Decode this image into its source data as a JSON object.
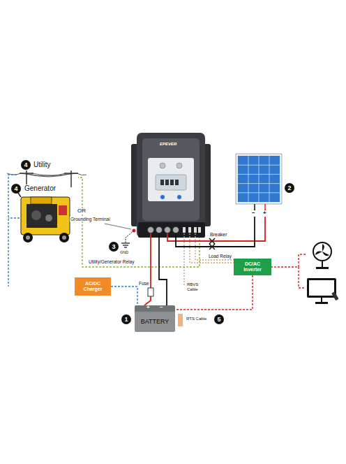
{
  "diagram": {
    "nodes": [
      {
        "text": [
          "AC/DC Charger"
        ]
      },
      {
        "text": [
          "DC/AC Inverter"
        ]
      },
      {
        "text": [
          "BATTERY"
        ]
      }
    ],
    "edges": [
      {
        "from": 0,
        "to": 2,
        "arrow": "none"
      },
      {
        "from": 1,
        "to": 2,
        "arrow": "none"
      }
    ],
    "labels": [
      "4",
      "Utility",
      "4",
      "Generator",
      "OR",
      "Grounding Terminal",
      "3",
      "GND",
      "2",
      "Breaker",
      "Utility/Generator Relay",
      "Load Relay",
      "Fuse",
      "RBVS Cable",
      "1",
      "RTS Cable",
      "5",
      "+",
      "−",
      "−",
      "+",
      "EPEVER"
    ]
  }
}
